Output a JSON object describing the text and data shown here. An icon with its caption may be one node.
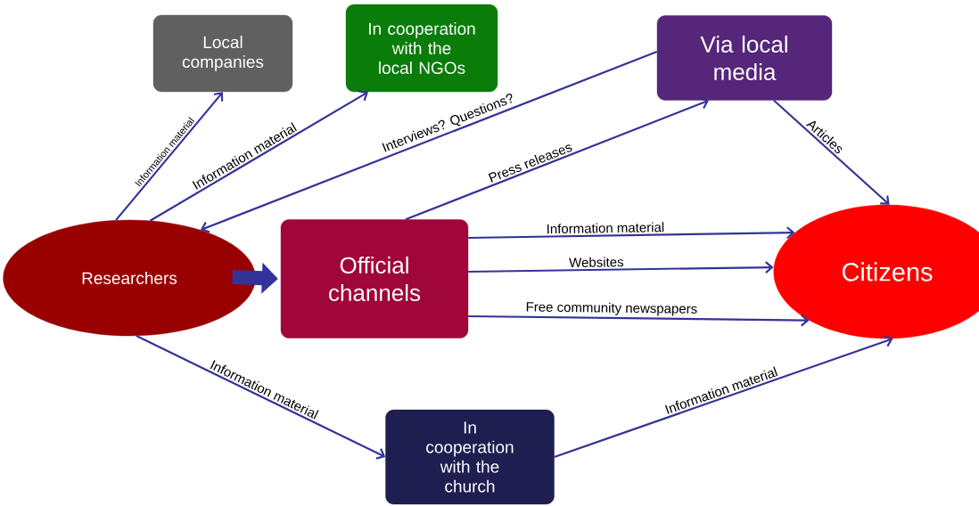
{
  "diagram": {
    "nodes": [
      {
        "text": [
          "Local companies"
        ]
      },
      {
        "text": [
          "In cooperation with the local NGOs"
        ]
      },
      {
        "text": [
          "Via local media"
        ]
      },
      {
        "text": [
          "Researchers"
        ]
      },
      {
        "text": [
          "Official channels"
        ]
      },
      {
        "text": [
          "Citizens"
        ]
      },
      {
        "text": [
          "In cooperation with the church"
        ]
      }
    ],
    "edges": [
      {
        "from": 3,
        "to": 0,
        "arrow": "to",
        "label": "Information material"
      },
      {
        "from": 3,
        "to": 1,
        "arrow": "to",
        "label": "Information material"
      },
      {
        "from": 2,
        "to": 3,
        "arrow": "to",
        "label": "Interviews? Questions?"
      },
      {
        "from": 4,
        "to": 2,
        "arrow": "to",
        "label": "Press releases"
      },
      {
        "from": 2,
        "to": 5,
        "arrow": "to",
        "label": "Articles"
      },
      {
        "from": 4,
        "to": 5,
        "arrow": "to",
        "label": "Information material"
      },
      {
        "from": 4,
        "to": 5,
        "arrow": "to",
        "label": "Websites"
      },
      {
        "from": 4,
        "to": 5,
        "arrow": "to",
        "label": "Free community newspapers"
      },
      {
        "from": 3,
        "to": 6,
        "arrow": "to",
        "label": "Information material"
      },
      {
        "from": 6,
        "to": 5,
        "arrow": "to",
        "label": "Information material"
      },
      {
        "from": 3,
        "to": 4,
        "arrow": "to",
        "style": "thick"
      }
    ]
  }
}
